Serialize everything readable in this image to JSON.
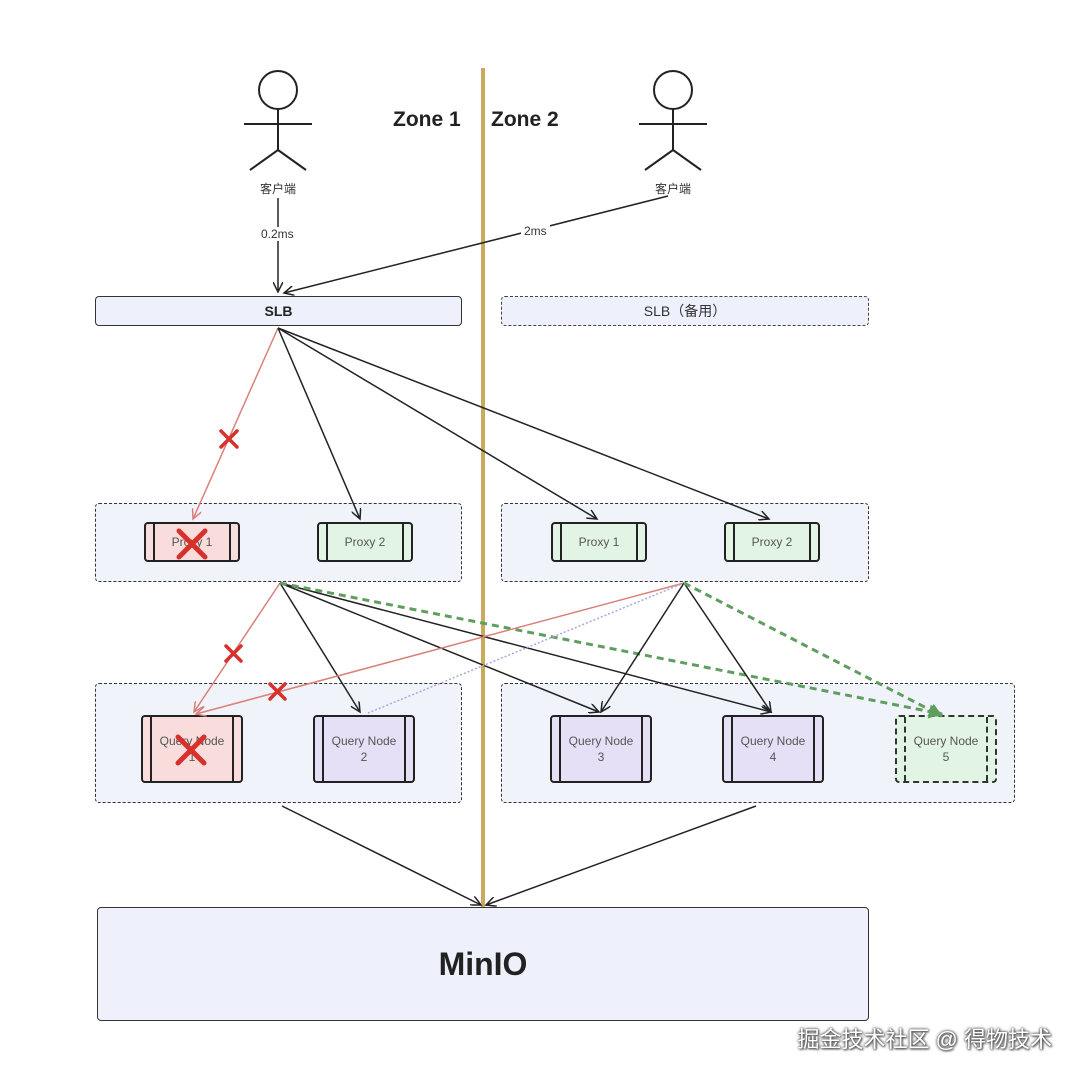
{
  "zones": {
    "zone1": "Zone 1",
    "zone2": "Zone 2"
  },
  "clients": {
    "left_label": "客户端",
    "right_label": "客户端"
  },
  "latency": {
    "left": "0.2ms",
    "right": "2ms"
  },
  "slb": {
    "primary": "SLB",
    "standby": "SLB（备用）"
  },
  "proxies": {
    "zone1": [
      {
        "label": "Proxy 1",
        "status": "down"
      },
      {
        "label": "Proxy 2",
        "status": "up"
      }
    ],
    "zone2": [
      {
        "label": "Proxy 1",
        "status": "up"
      },
      {
        "label": "Proxy 2",
        "status": "up"
      }
    ]
  },
  "query_nodes": {
    "zone1": [
      {
        "label": "Query Node\n1",
        "status": "down"
      },
      {
        "label": "Query Node\n2",
        "status": "up"
      }
    ],
    "zone2": [
      {
        "label": "Query Node\n3",
        "status": "up"
      },
      {
        "label": "Query Node\n4",
        "status": "up"
      },
      {
        "label": "Query Node\n5",
        "status": "new"
      }
    ]
  },
  "storage": {
    "label": "MinIO"
  },
  "watermark": "掘金技术社区 @ 得物技术",
  "colors": {
    "zone_divider": "#c9aa5e",
    "failed_link": "#d9807a",
    "failure_mark": "#d8302a",
    "new_link": "#5f9e5f",
    "backup_link": "#a9a8e0"
  }
}
